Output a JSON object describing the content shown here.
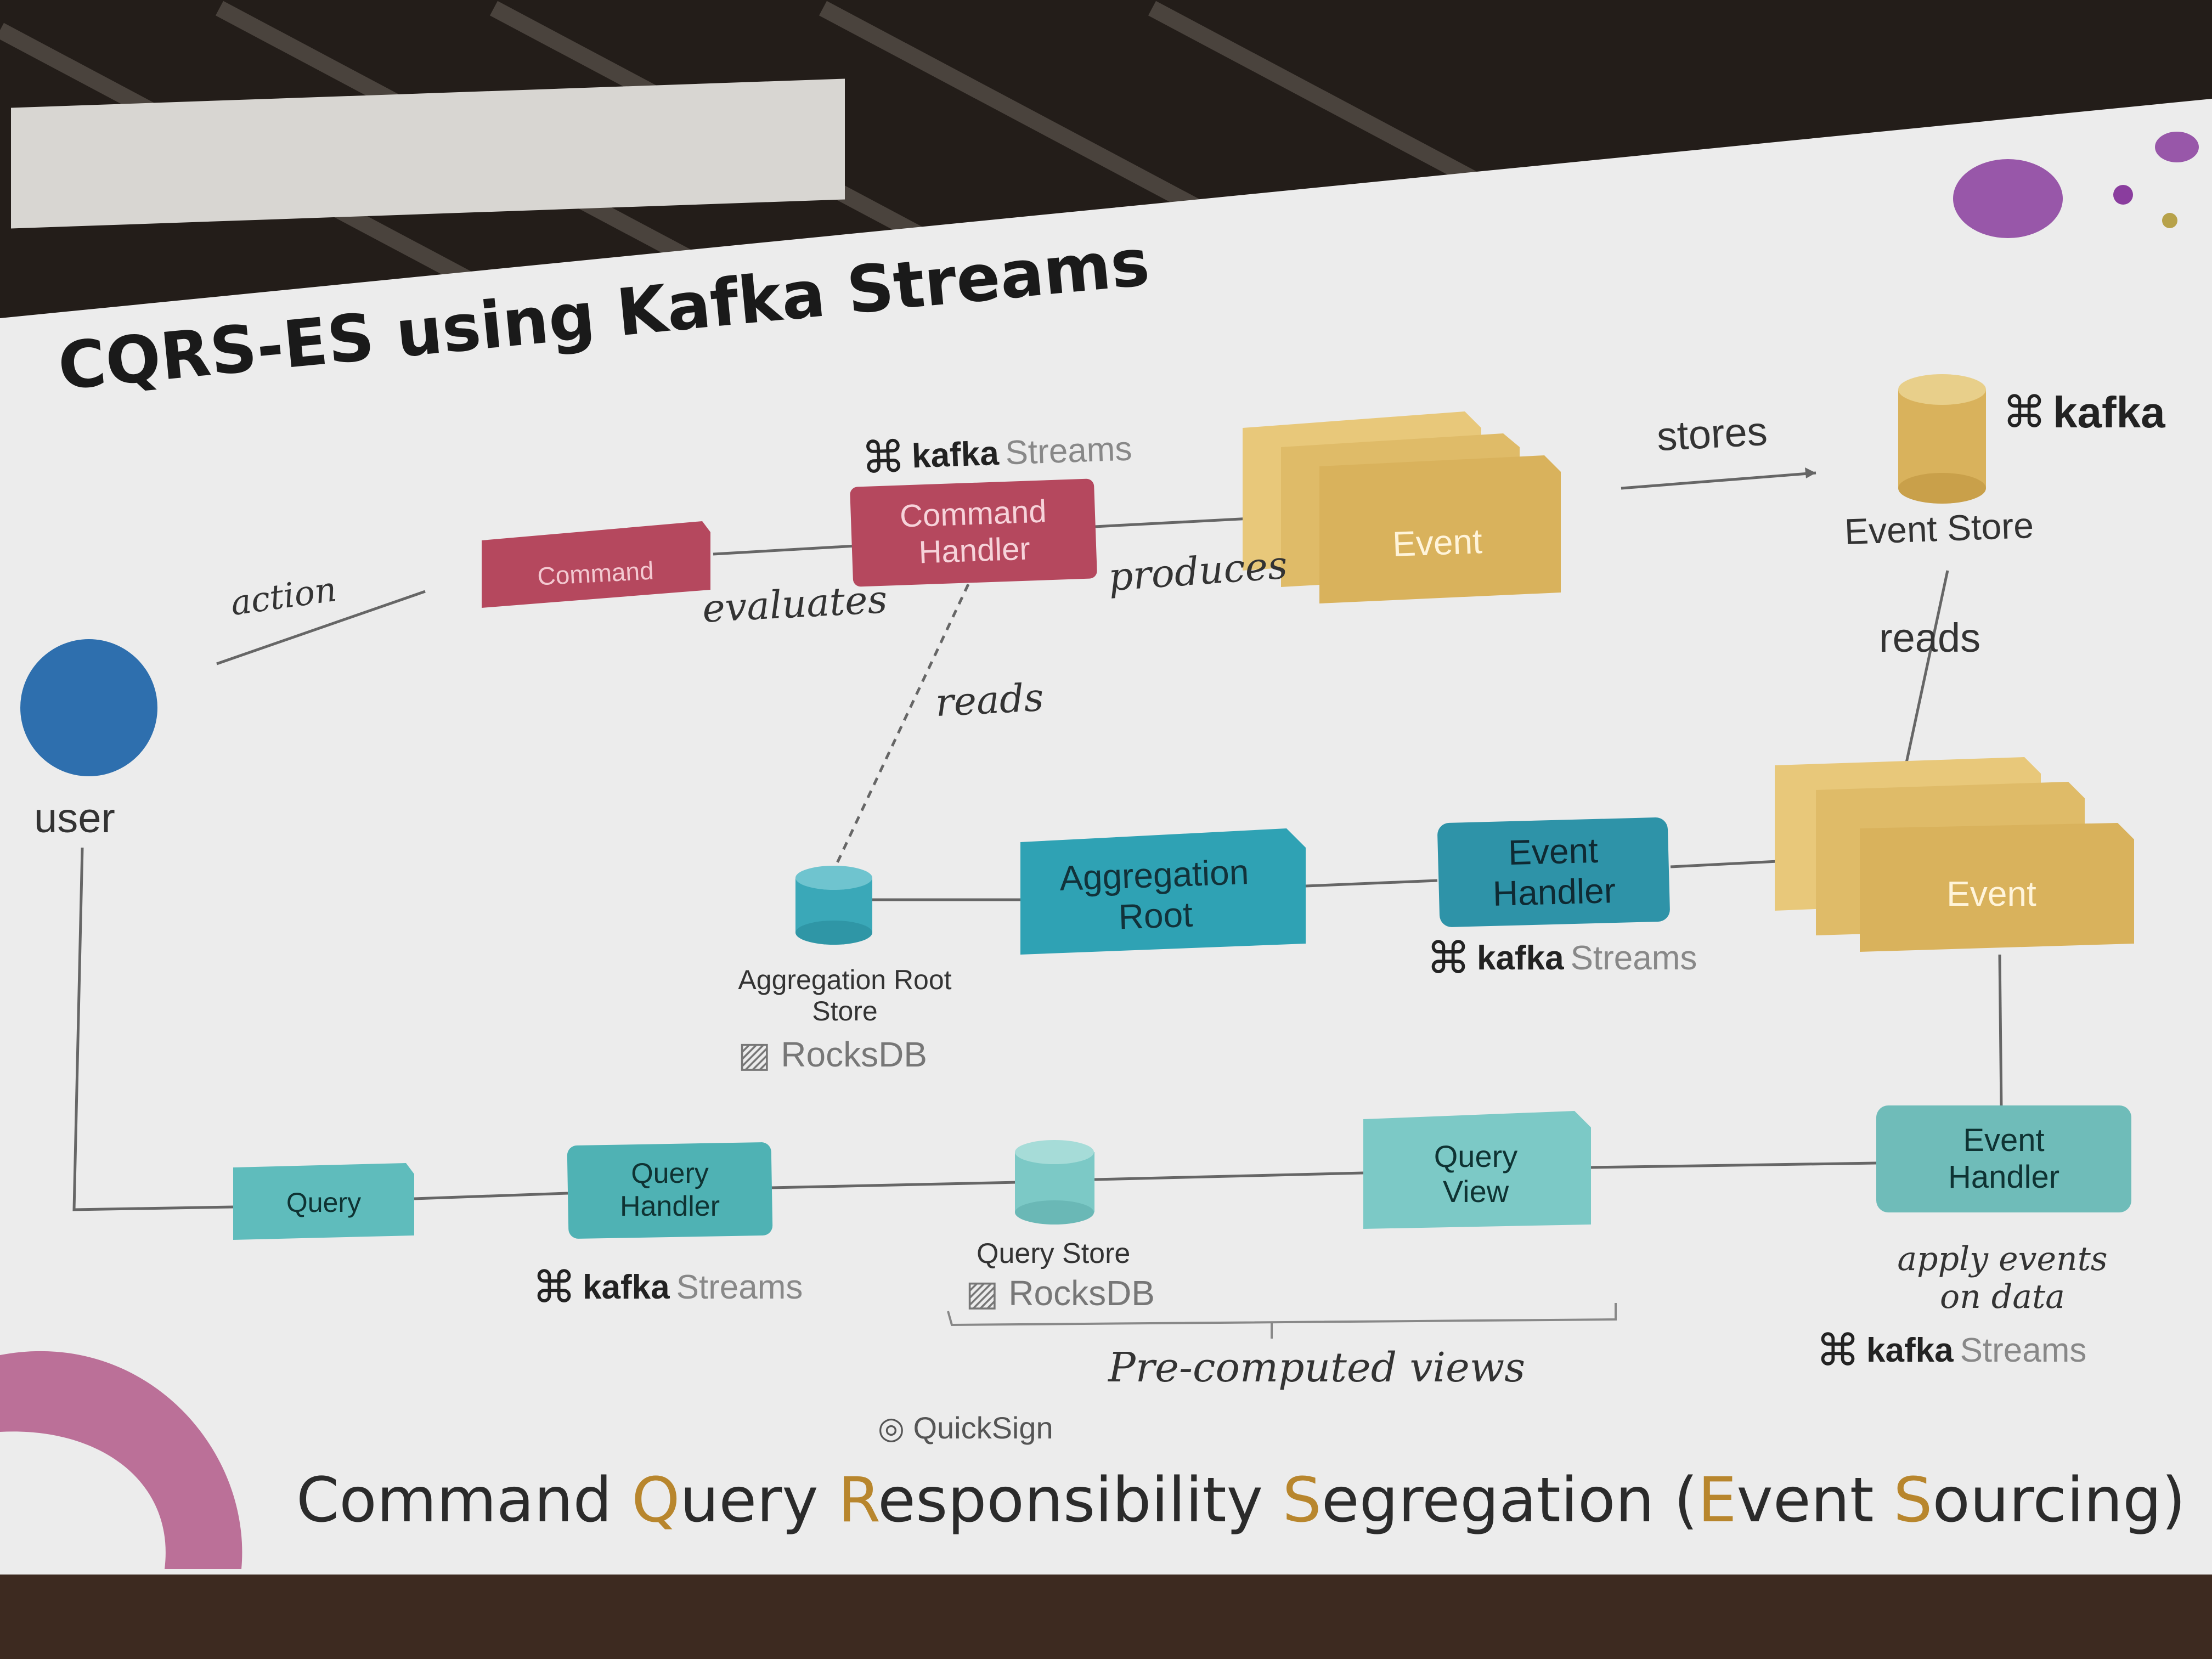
{
  "slide": {
    "title": "CQRS-ES using Kafka Streams",
    "footer": [
      {
        "text": "Command ",
        "accent": false
      },
      {
        "text": "Q",
        "accent": true
      },
      {
        "text": "uery ",
        "accent": false
      },
      {
        "text": "R",
        "accent": true
      },
      {
        "text": "esponsibility ",
        "accent": false
      },
      {
        "text": "S",
        "accent": true
      },
      {
        "text": "egregation (",
        "accent": false
      },
      {
        "text": "E",
        "accent": true
      },
      {
        "text": "vent ",
        "accent": false
      },
      {
        "text": "S",
        "accent": true
      },
      {
        "text": "ourcing)",
        "accent": false
      }
    ],
    "brand": "QuickSign"
  },
  "actors": {
    "user": "user"
  },
  "boxes": {
    "command": "Command",
    "command_handler": [
      "Command",
      "Handler"
    ],
    "event_top": "Event",
    "event_store": "Event Store",
    "kafka": "kafka",
    "aggregation_root": [
      "Aggregation",
      "Root"
    ],
    "event_handler_mid": [
      "Event",
      "Handler"
    ],
    "event_mid": "Event",
    "aggregation_root_store": [
      "Aggregation Root",
      "Store"
    ],
    "query": "Query",
    "query_handler": [
      "Query",
      "Handler"
    ],
    "query_store": "Query Store",
    "query_view": [
      "Query",
      "View"
    ],
    "event_handler_bottom": [
      "Event",
      "Handler"
    ]
  },
  "edge_labels": {
    "action": "action",
    "evaluates": "evaluates",
    "produces": "produces",
    "stores": "stores",
    "reads_top": "reads",
    "reads_right": "reads",
    "apply_events": [
      "apply events",
      "on data"
    ],
    "precomputed": "Pre-computed views"
  },
  "logos": {
    "kafka_streams_bold": "kafka",
    "kafka_streams_light": "Streams",
    "rocksdb": "RocksDB"
  },
  "colors": {
    "command": "#b5485e",
    "event": "#d9b25c",
    "aggregation": "#3aa8b8",
    "query_light": "#7cc9c6",
    "accent_text": "#b8862d",
    "user": "#2e6fae",
    "deco_purple": "#8a3d9e"
  }
}
